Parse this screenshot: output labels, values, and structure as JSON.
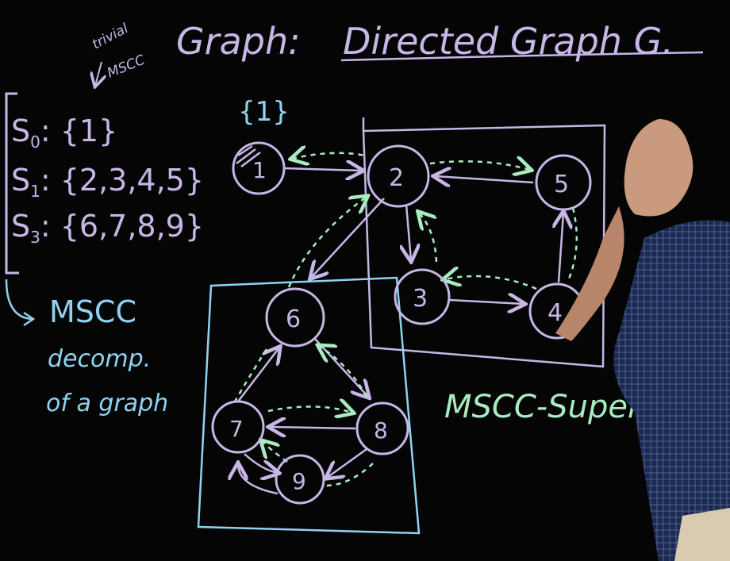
{
  "title": {
    "prefix": "Graph:",
    "subject": "Directed Graph G."
  },
  "annotation": {
    "trivial_line1": "trivial",
    "trivial_line2": "MSCC",
    "set_label": "{1}"
  },
  "partition": {
    "sets": [
      {
        "label": "S",
        "sub": "0",
        "members": ": {1}"
      },
      {
        "label": "S",
        "sub": "1",
        "members": ": {2,3,4,5}"
      },
      {
        "label": "S",
        "sub": "3",
        "members": ": {6,7,8,9}"
      }
    ]
  },
  "definition": {
    "line1": "MSCC",
    "line2": "decomp.",
    "line3": "of a graph"
  },
  "supergraph_label": "MSCC-Supergraph",
  "graph": {
    "nodes": [
      "1",
      "2",
      "3",
      "4",
      "5",
      "6",
      "7",
      "8",
      "9"
    ],
    "edges": [
      [
        "1",
        "2"
      ],
      [
        "2",
        "3"
      ],
      [
        "3",
        "4"
      ],
      [
        "4",
        "5"
      ],
      [
        "5",
        "2"
      ],
      [
        "2",
        "6"
      ],
      [
        "6",
        "8"
      ],
      [
        "8",
        "7"
      ],
      [
        "7",
        "6"
      ],
      [
        "8",
        "9"
      ],
      [
        "9",
        "7"
      ],
      [
        "7",
        "9"
      ]
    ]
  },
  "colors": {
    "board": "#050505",
    "chalk_purple": "#c7b6e6",
    "chalk_blue": "#8fd3f2",
    "chalk_green": "#a8ecc0",
    "skin": "#c99a7e",
    "shirt": "#1c2a52"
  }
}
